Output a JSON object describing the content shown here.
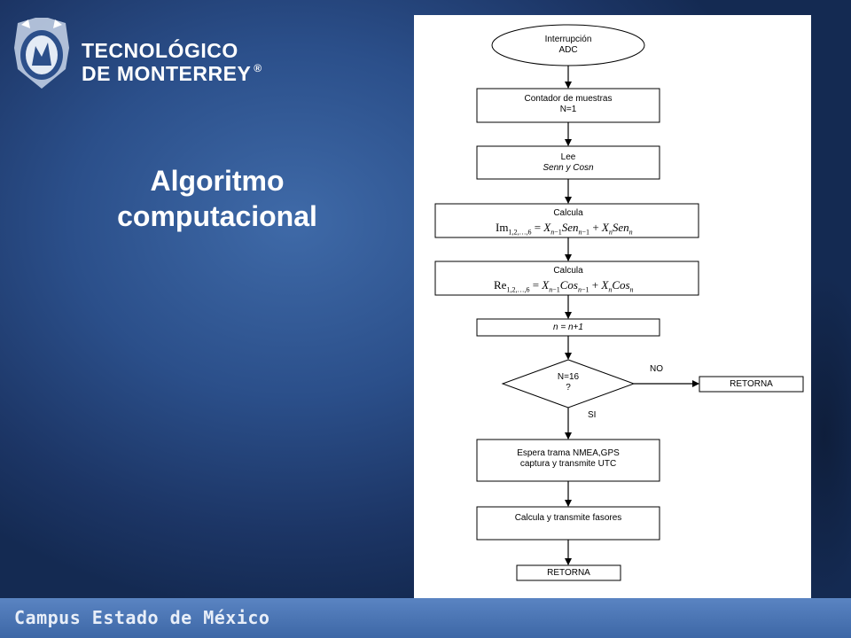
{
  "logo": {
    "line1": "TECNOLÓGICO",
    "line2": "DE MONTERREY",
    "registered_mark": "®"
  },
  "slide": {
    "title_line1": "Algoritmo",
    "title_line2": "computacional"
  },
  "footer": {
    "campus": "Campus Estado de México"
  },
  "flowchart": {
    "start_line1": "Interrupción",
    "start_line2": "ADC",
    "step1_line1": "Contador de muestras",
    "step1_line2": "N=1",
    "step2_line1": "Lee",
    "step2_line2": "Senn  y  Cosn",
    "step3_title": "Calcula",
    "step3_formula": "Im1,2,…,6 = Xn−1Senn−1 + XnSenn",
    "step4_title": "Calcula",
    "step4_formula": "Re1,2,…,6 = Xn−1Cosn−1 + XnCosn",
    "step5": "n =  n+1",
    "decision_line1": "N=16",
    "decision_line2": "?",
    "no_label": "NO",
    "si_label": "SI",
    "return_right": "RETORNA",
    "step6_line1": "Espera trama NMEA,GPS",
    "step6_line2": "captura y transmite UTC",
    "step7": "Calcula y transmite fasores",
    "end": "RETORNA"
  },
  "colors": {
    "background": "#2b4f8a",
    "footer": "#4a74b4",
    "panel": "#ffffff"
  }
}
